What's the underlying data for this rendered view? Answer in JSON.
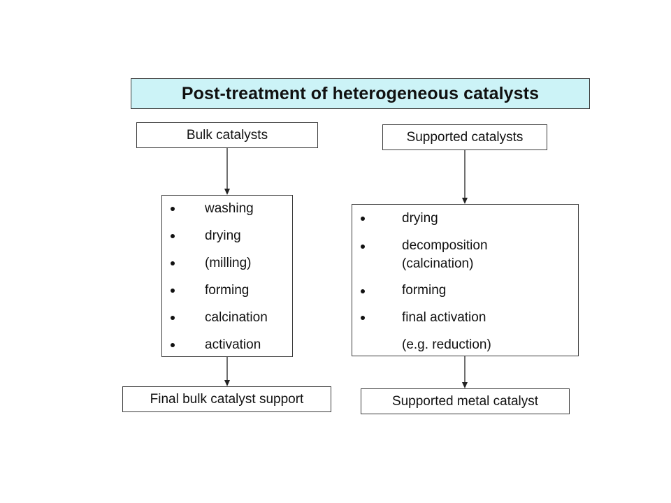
{
  "title": "Post-treatment of heterogeneous catalysts",
  "bulk": {
    "header": "Bulk catalysts",
    "steps": [
      "washing",
      "drying",
      "(milling)",
      "forming",
      "calcination",
      "activation"
    ],
    "final": "Final bulk catalyst support"
  },
  "supported": {
    "header": "Supported catalysts",
    "steps": [
      "drying",
      "decomposition",
      "(calcination)",
      "forming",
      "final activation",
      "(e.g. reduction)"
    ],
    "final": "Supported metal catalyst"
  }
}
